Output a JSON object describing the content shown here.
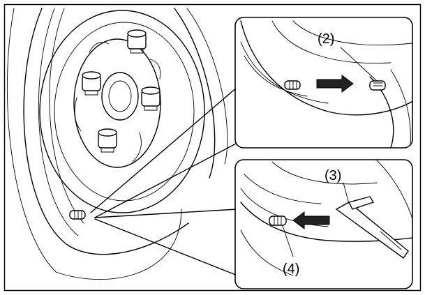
{
  "figure": {
    "callouts": {
      "c2": "(2)",
      "c3": "(3)",
      "c4": "(4)"
    }
  }
}
